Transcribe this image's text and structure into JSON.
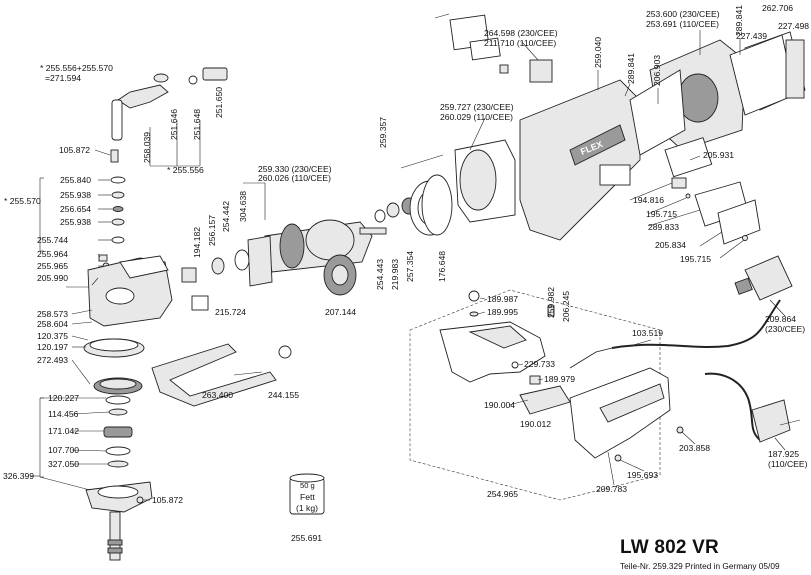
{
  "document": {
    "title": "LW 802 VR",
    "footer": "Teile-Nr. 259.329 Printed in Germany 05/09"
  },
  "notes": {
    "kit_a_line1": "* 255.556+255.570",
    "kit_a_line2": "=271.594",
    "kit_b": "* 255.570",
    "kit_c": "* 255.556",
    "grease_top": "50 g",
    "grease_mid": "Fett",
    "grease_bot": "(1 kg)"
  },
  "parts": [
    "105.872",
    "255.840",
    "255.938",
    "256.654",
    "255.938",
    "255.744",
    "255.964",
    "255.965",
    "205.990",
    "258.573",
    "258.604",
    "120.375",
    "120.197",
    "272.493",
    "120.227",
    "114.456",
    "171.042",
    "107.700",
    "327.050",
    "326.399",
    "105.872",
    "258.039",
    "251.646",
    "251.648",
    "251.650",
    "194.182",
    "256.157",
    "254.442",
    "304.638",
    "259.330 (230/CEE)",
    "260.026 (110/CEE)",
    "215.724",
    "207.144",
    "263.400",
    "244.155",
    "255.691",
    "259.357",
    "254.443",
    "219.983",
    "257.354",
    "176.648",
    "259.727 (230/CEE)",
    "260.029 (110/CEE)",
    "264.598 (230/CEE)",
    "211.710 (110/CEE)",
    "259.040",
    "289.841",
    "206.903",
    "253.600 (230/CEE)",
    "253.691 (110/CEE)",
    "289.841",
    "262.706",
    "227.498",
    "227.439",
    "205.931",
    "194.816",
    "195.715",
    "289.833",
    "205.834",
    "195.715",
    "189.987",
    "189.995",
    "259.982",
    "206.245",
    "103.519",
    "209.864",
    "(230/CEE)",
    "229.733",
    "189.979",
    "190.004",
    "190.012",
    "187.925",
    "(110/CEE)",
    "203.858",
    "195.693",
    "209.783",
    "254.965"
  ],
  "brand": "FLEX"
}
